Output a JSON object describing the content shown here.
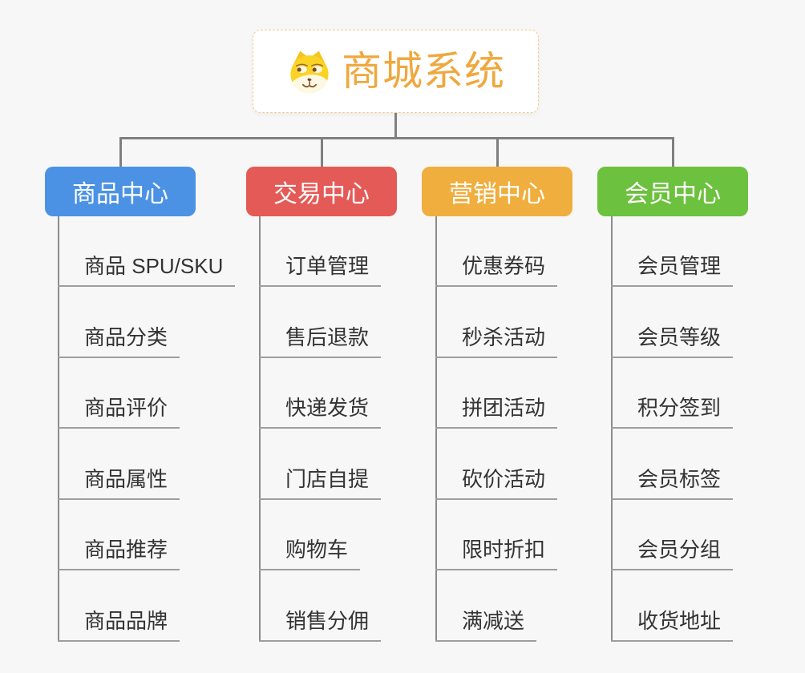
{
  "page": {
    "background": "#f7f7f7"
  },
  "root": {
    "label": "商城系统",
    "icon": "doge-icon",
    "text_color": "#efa83e",
    "border_color": "#f4cd8c",
    "background": "#ffffff"
  },
  "connector_color": "#7f7f7f",
  "branches": [
    {
      "label": "商品中心",
      "color": "#4b92e5",
      "items": [
        "商品 SPU/SKU",
        "商品分类",
        "商品评价",
        "商品属性",
        "商品推荐",
        "商品品牌"
      ]
    },
    {
      "label": "交易中心",
      "color": "#e45a57",
      "items": [
        "订单管理",
        "售后退款",
        "快递发货",
        "门店自提",
        "购物车",
        "销售分佣"
      ]
    },
    {
      "label": "营销中心",
      "color": "#efae3e",
      "items": [
        "优惠券码",
        "秒杀活动",
        "拼团活动",
        "砍价活动",
        "限时折扣",
        "满减送"
      ]
    },
    {
      "label": "会员中心",
      "color": "#6cc13e",
      "items": [
        "会员管理",
        "会员等级",
        "积分签到",
        "会员标签",
        "会员分组",
        "收货地址"
      ]
    }
  ]
}
